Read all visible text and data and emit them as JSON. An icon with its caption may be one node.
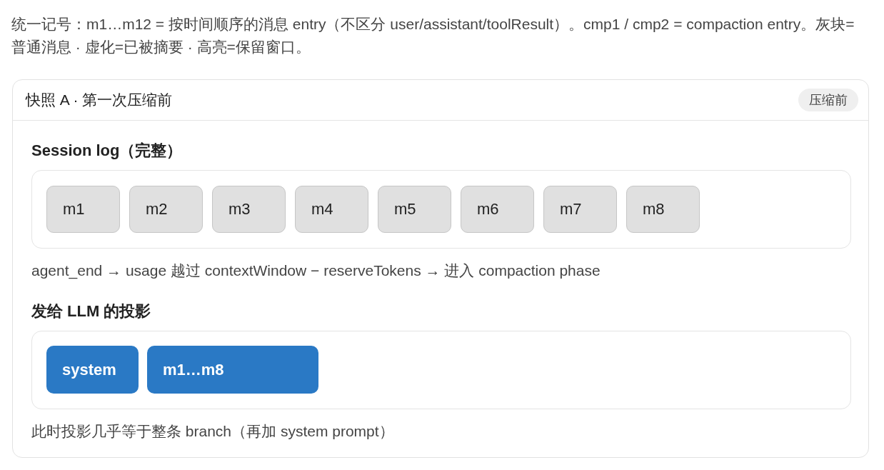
{
  "diagram": {
    "nodes": [
      {
        "text": [
          "快照 A · 第一次压缩前"
        ]
      },
      {
        "text": [
          "压缩前"
        ],
        "in": 0
      },
      {
        "text": [
          "Session log（完整）"
        ],
        "in": 0
      },
      {
        "text": [
          "m1"
        ],
        "in": 2
      },
      {
        "text": [
          "m2"
        ],
        "in": 2
      },
      {
        "text": [
          "m3"
        ],
        "in": 2
      },
      {
        "text": [
          "m4"
        ],
        "in": 2
      },
      {
        "text": [
          "m5"
        ],
        "in": 2
      },
      {
        "text": [
          "m6"
        ],
        "in": 2
      },
      {
        "text": [
          "m7"
        ],
        "in": 2
      },
      {
        "text": [
          "m8"
        ],
        "in": 2
      },
      {
        "text": [
          "发给 LLM 的投影"
        ],
        "in": 0
      },
      {
        "text": [
          "system"
        ],
        "in": 11
      },
      {
        "text": [
          "m1…m8"
        ],
        "in": 11
      }
    ],
    "labels": [
      "统一记号：m1…m12 = 按时间顺序的消息 entry（不区分 user/assistant/toolResult）。cmp1 / cmp2 = compaction entry。灰块=普通消息 · 虚化=已被摘要 · 高亮=保留窗口。",
      "agent_end → usage 越过 contextWindow − reserveTokens → 进入 compaction phase",
      "此时投影几乎等于整条 branch（再加 system prompt）"
    ]
  }
}
